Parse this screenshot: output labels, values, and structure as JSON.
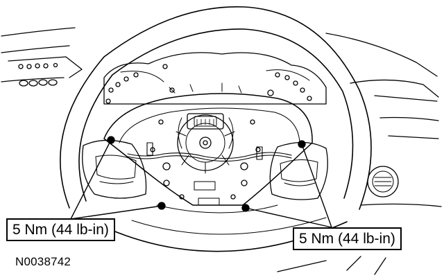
{
  "figure": {
    "id_label": "N0038742",
    "torque_left": "5 Nm (44 lb-in)",
    "torque_right": "5 Nm (44 lb-in)",
    "colors": {
      "ink": "#000000",
      "paper": "#ffffff"
    }
  }
}
